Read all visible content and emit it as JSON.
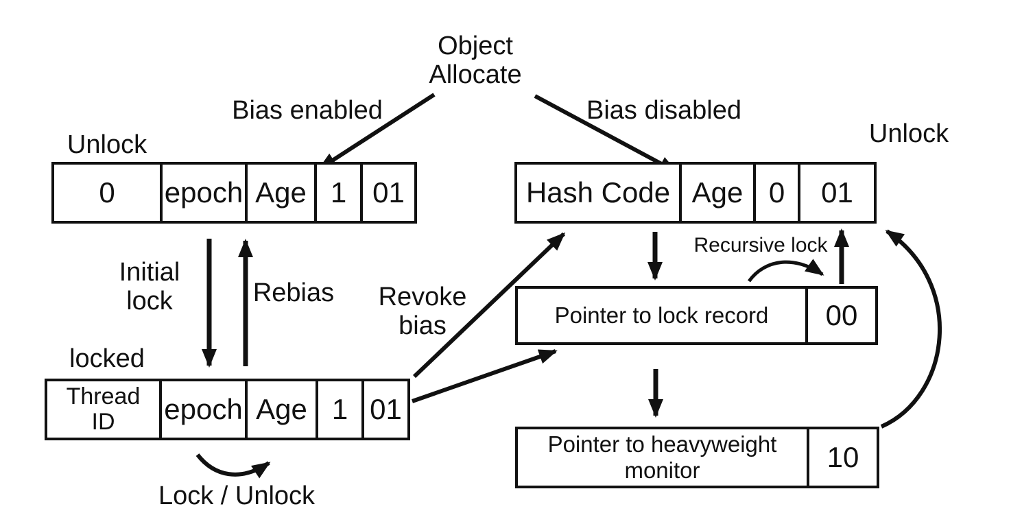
{
  "diagram": {
    "colors": {
      "ink": "#111111",
      "background": "#ffffff"
    },
    "allocate": {
      "line1": "Object",
      "line2": "Allocate"
    },
    "labels": {
      "bias_enabled": "Bias enabled",
      "bias_disabled": "Bias disabled",
      "unlock_left": "Unlock",
      "unlock_right": "Unlock",
      "initial_line1": "Initial",
      "initial_line2": "lock",
      "rebias": "Rebias",
      "locked": "locked",
      "revoke_line1": "Revoke",
      "revoke_line2": "bias",
      "recursive_lock": "Recursive lock",
      "lock_unlock": "Lock / Unlock"
    },
    "boxes": {
      "biased_unlocked": {
        "cells": [
          "0",
          "epoch",
          "Age",
          "1",
          "01"
        ]
      },
      "unbiased_unlocked": {
        "cells": [
          "Hash Code",
          "Age",
          "0",
          "01"
        ]
      },
      "biased_locked": {
        "cells": [
          "Thread ID",
          "epoch",
          "Age",
          "1",
          "01"
        ]
      },
      "lightweight_locked": {
        "cells": [
          "Pointer to lock record",
          "00"
        ]
      },
      "heavyweight_locked": {
        "cells": [
          "Pointer to heavyweight monitor",
          "10"
        ]
      }
    }
  }
}
